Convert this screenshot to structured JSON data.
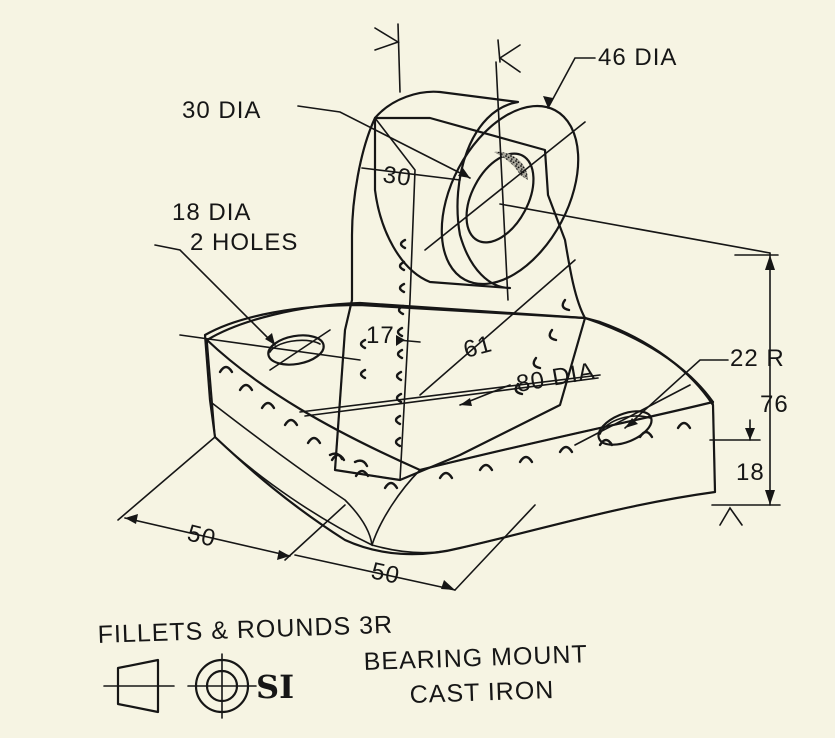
{
  "title": "BEARING MOUNT",
  "material": "CAST IRON",
  "note": "FILLETS & ROUNDS 3R",
  "units_mark": "SI",
  "dimensions": {
    "boss_outer": "46 DIA",
    "bore": "30 DIA",
    "boss_length": "30",
    "holes_size": "18 DIA",
    "holes_count": "2 HOLES",
    "web_thickness": "17",
    "hole_spacing": "61",
    "base_diameter": "80 DIA",
    "corner_radius": "22 R",
    "overall_height": "76",
    "base_thickness": "18",
    "base_width": "50",
    "base_depth": "50"
  },
  "colors": {
    "ink": "#161616",
    "paper": "#f6f4e3"
  },
  "icons": [
    "projection-symbol-icon",
    "si-units-mark"
  ]
}
